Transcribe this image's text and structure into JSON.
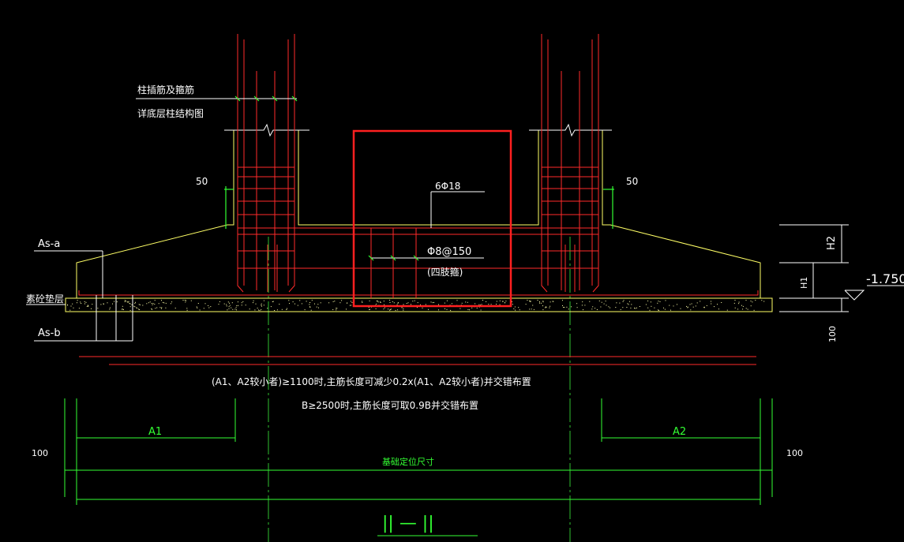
{
  "drawing": {
    "notes": {
      "column_rebar_line1": "柱插筋及箍筋",
      "column_rebar_line2": "详底层柱结构图",
      "bottom_rebar": "6Φ18",
      "stirrup_spec": "Φ8@150",
      "stirrup_legs": "(四肢箍)",
      "rule_a": "(A1、A2较小者)≥1100时,主筋长度可减少0.2x(A1、A2较小者)并交错布置",
      "rule_b": "B≥2500时,主筋长度可取0.9B并交错布置"
    },
    "labels": {
      "as_a": "As-a",
      "as_b": "As-b",
      "cushion": "素砼垫层",
      "offset_left": "50",
      "offset_right": "50",
      "h2": "H2",
      "h1": "H1",
      "elevation": "-1.750",
      "cushion_thk": "100"
    },
    "dimensions": {
      "a1": "A1",
      "a2": "A2",
      "pad_left": "100",
      "pad_right": "100",
      "base_size": "基础定位尺寸"
    },
    "section_title": "|| — ||",
    "colors": {
      "background": "#000000",
      "rebar": "#ff2a2a",
      "concrete_outline": "#ffff66",
      "dimension": "#33ff33",
      "text": "#ffffff",
      "highlight": "#ff2020",
      "axis": "#2fbf2f"
    }
  }
}
